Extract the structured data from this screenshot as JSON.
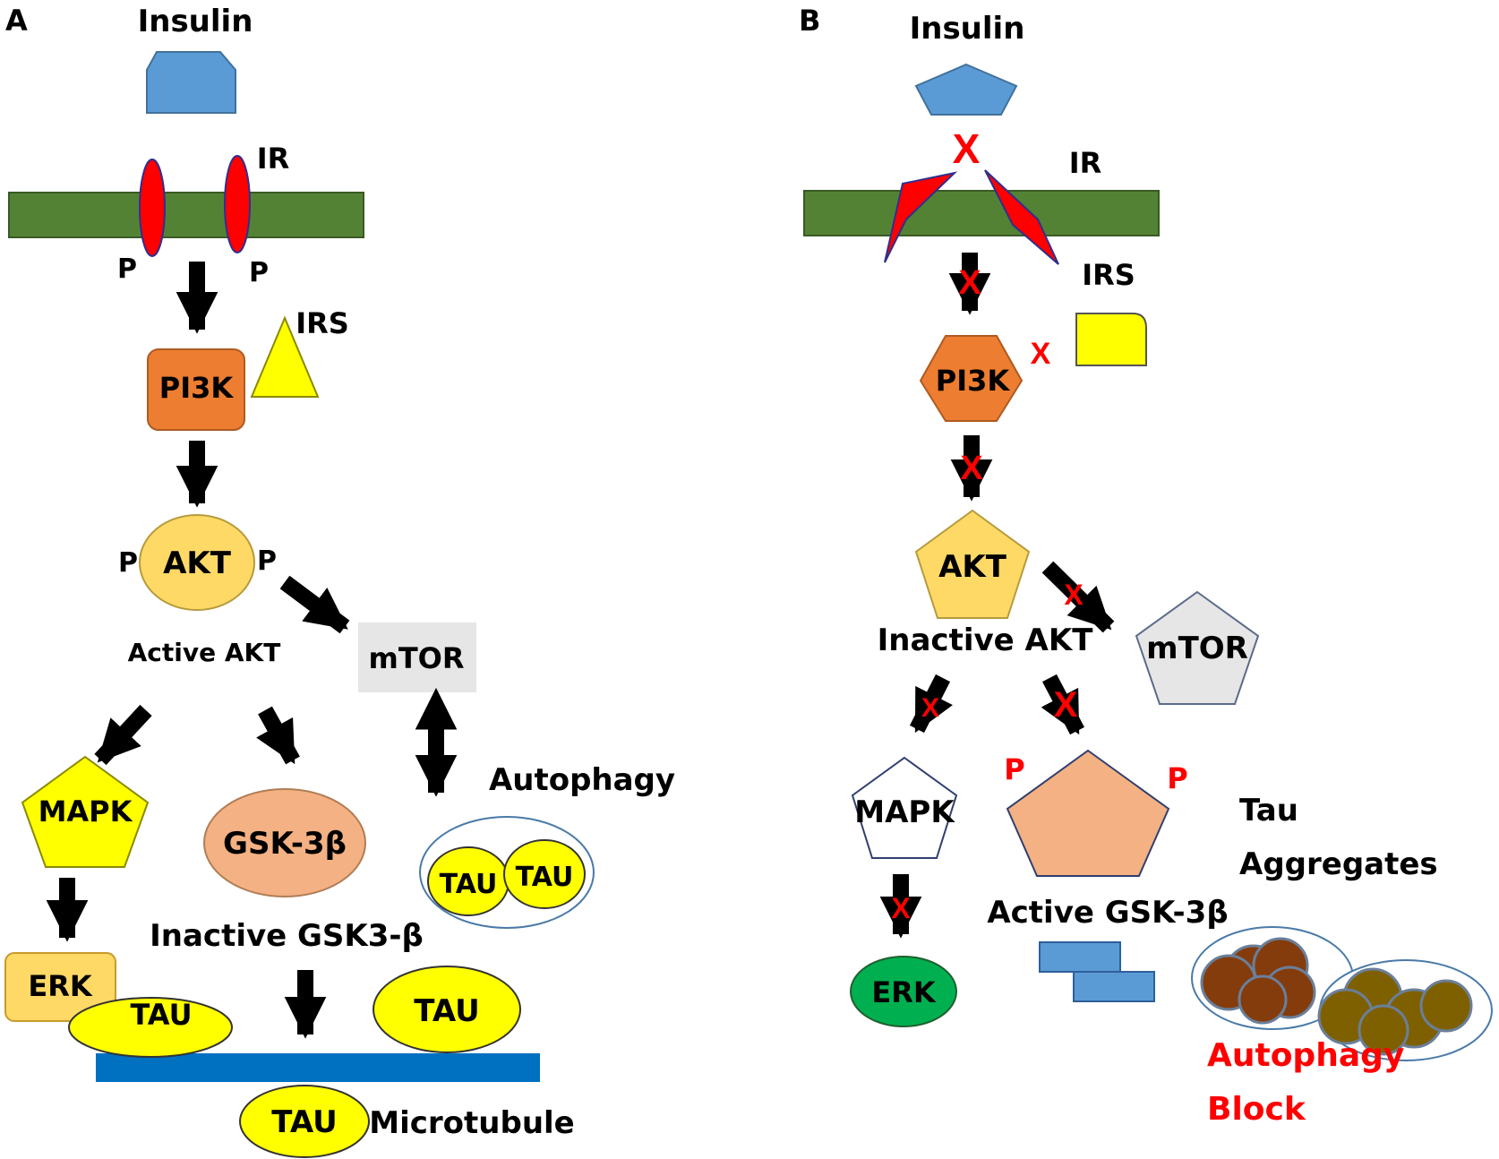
{
  "panelA": {
    "letter": "A",
    "insulin": "Insulin",
    "ir": "IR",
    "p": "P",
    "irs": "IRS",
    "pi3k": "PI3K",
    "akt": "AKT",
    "active_akt": "Active AKT",
    "mtor": "mTOR",
    "autophagy": "Autophagy",
    "mapk": "MAPK",
    "gsk": "GSK-3β",
    "inactive_gsk": "Inactive GSK3-β",
    "erk": "ERK",
    "tau": "TAU",
    "microtubule": "Microtubule"
  },
  "panelB": {
    "letter": "B",
    "insulin": "Insulin",
    "ir": "IR",
    "irs": "IRS",
    "pi3k": "PI3K",
    "akt": "AKT",
    "inactive_akt": "Inactive AKT",
    "mtor": "mTOR",
    "mapk": "MAPK",
    "erk": "ERK",
    "p": "P",
    "active_gsk": "Active GSK-3β",
    "tau_aggregates_1": "Tau",
    "tau_aggregates_2": "Aggregates",
    "autophagy_block_1": "Autophagy",
    "autophagy_block_2": "Block",
    "x": "X"
  },
  "colors": {
    "insulin": "#5b9bd5",
    "membrane": "#548235",
    "receptor": "#ff0000",
    "pi3k": "#ed7d31",
    "irs": "#ffff00",
    "akt": "#ffd966",
    "mtor": "#e7e6e6",
    "mapk": "#ffff00",
    "gsk": "#f4b183",
    "erk_a": "#ffd966",
    "erk_b": "#00b050",
    "microtubule": "#0070c0",
    "aggregate_dark": "#843c0c",
    "aggregate_olive": "#7f6000"
  }
}
